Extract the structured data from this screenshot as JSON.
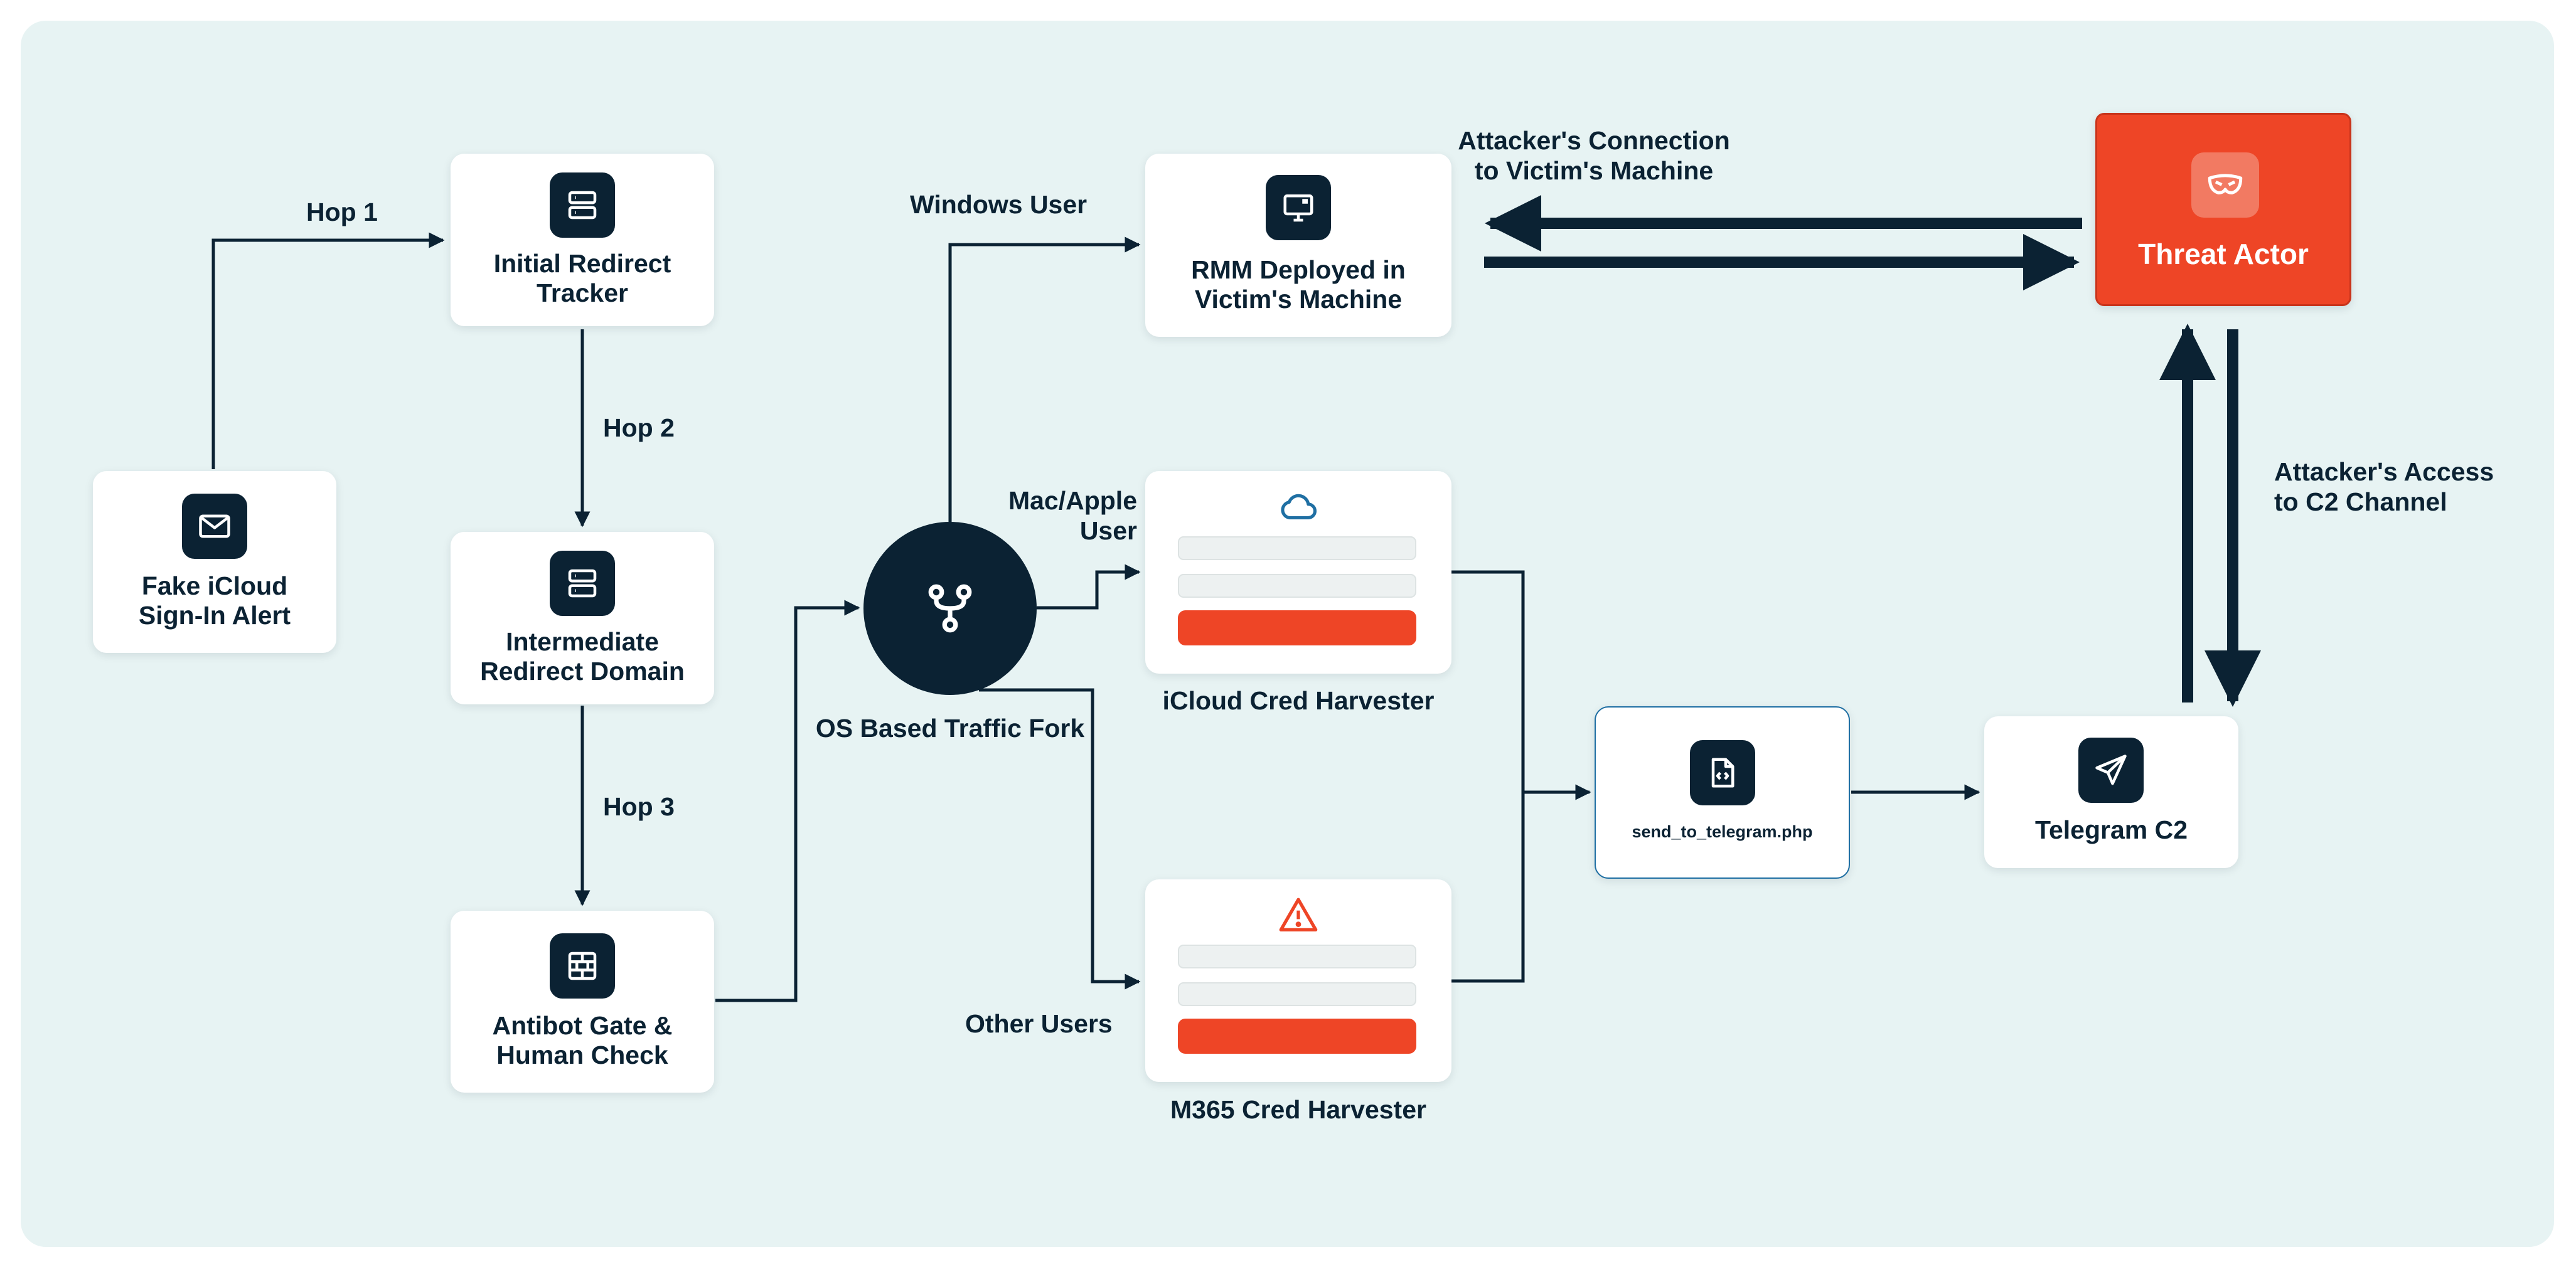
{
  "nodes": {
    "fake_alert": "Fake iCloud\nSign-In Alert",
    "initial_redirect": "Initial Redirect\nTracker",
    "intermediate_redirect": "Intermediate\nRedirect Domain",
    "antibot_gate": "Antibot Gate &\nHuman Check",
    "traffic_fork": "OS Based Traffic Fork",
    "rmm": "RMM Deployed in\nVictim's Machine",
    "icloud_harvester": "iCloud Cred Harvester",
    "m365_harvester": "M365 Cred Harvester",
    "php_script": "send_to_telegram.php",
    "telegram_c2": "Telegram C2",
    "threat_actor": "Threat Actor"
  },
  "edges": {
    "hop1": "Hop 1",
    "hop2": "Hop 2",
    "hop3": "Hop 3",
    "windows_user": "Windows User",
    "mac_apple_user": "Mac/Apple\nUser",
    "other_users": "Other Users",
    "attacker_connection": "Attacker's Connection\nto Victim's Machine",
    "attacker_access": "Attacker's Access\nto C2 Channel"
  },
  "icons": {
    "fake_alert": "mail-icon",
    "initial_redirect": "server-icon",
    "intermediate_redirect": "server-icon",
    "antibot_gate": "firewall-icon",
    "traffic_fork": "fork-icon",
    "rmm": "monitor-icon",
    "icloud_harvester": "cloud-icon",
    "m365_harvester": "warning-icon",
    "php_script": "code-file-icon",
    "telegram_c2": "send-icon",
    "threat_actor": "mask-icon"
  },
  "colors": {
    "background": "#e7f3f3",
    "node_fill": "#ffffff",
    "dark": "#0b2233",
    "accent": "#ee4526",
    "cloud": "#1f6fa3"
  }
}
